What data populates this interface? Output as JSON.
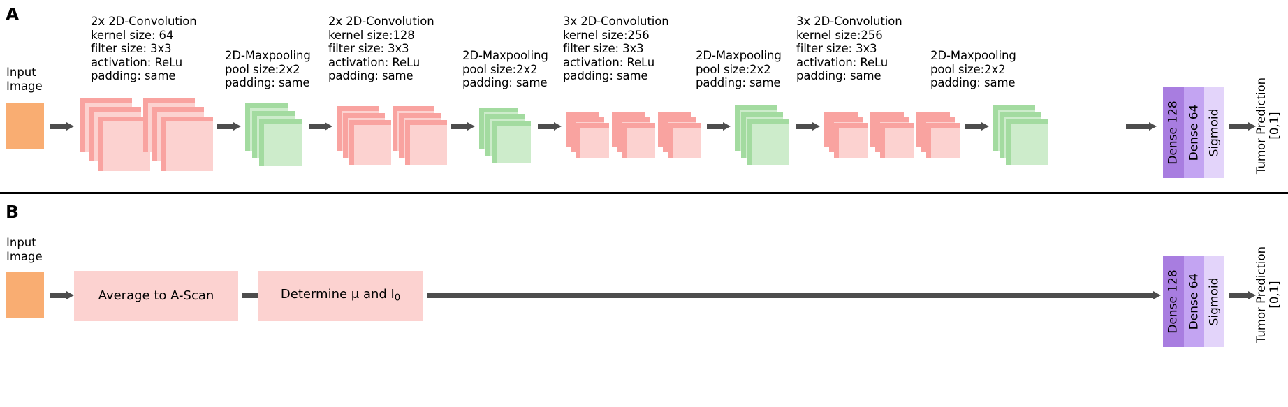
{
  "figure": {
    "panels": [
      {
        "letter": "A",
        "input_label": "Input\nImage",
        "output_label": "Tumor Prediction\n[0,1]",
        "stages": [
          {
            "name": "conv-block-1",
            "caption": "2x 2D-Convolution\nkernel size: 64\nfilter size: 3x3\nactivation: ReLu\npadding: same",
            "caption_lines": [
              "2x 2D-Convolution",
              "kernel size: 64",
              "filter size: 3x3",
              "activation: ReLu",
              "padding: same"
            ],
            "type": "convolution",
            "repeat": 2,
            "kernel_size": "64",
            "filter_size": "3x3",
            "activation": "ReLu",
            "padding": "same",
            "color": "#fcd2d0"
          },
          {
            "name": "maxpool-1",
            "caption": "2D-Maxpooling\npool size:2x2\npadding: same",
            "caption_lines": [
              "2D-Maxpooling",
              "pool size:2x2",
              "padding: same"
            ],
            "type": "maxpooling",
            "repeat": 1,
            "pool_size": "2x2",
            "padding": "same",
            "color": "#cdeccb"
          },
          {
            "name": "conv-block-2",
            "caption": "2x 2D-Convolution\nkernel size:128\nfilter size: 3x3\nactivation: ReLu\npadding: same",
            "caption_lines": [
              "2x 2D-Convolution",
              "kernel size:128",
              "filter size: 3x3",
              "activation: ReLu",
              "padding: same"
            ],
            "type": "convolution",
            "repeat": 2,
            "kernel_size": "128",
            "filter_size": "3x3",
            "activation": "ReLu",
            "padding": "same",
            "color": "#fcd2d0"
          },
          {
            "name": "maxpool-2",
            "caption": "2D-Maxpooling\npool size:2x2\npadding: same",
            "caption_lines": [
              "2D-Maxpooling",
              "pool size:2x2",
              "padding: same"
            ],
            "type": "maxpooling",
            "repeat": 1,
            "pool_size": "2x2",
            "padding": "same",
            "color": "#cdeccb"
          },
          {
            "name": "conv-block-3",
            "caption": "3x 2D-Convolution\nkernel size:256\nfilter size: 3x3\nactivation: ReLu\npadding: same",
            "caption_lines": [
              "3x 2D-Convolution",
              "kernel size:256",
              "filter size: 3x3",
              "activation: ReLu",
              "padding: same"
            ],
            "type": "convolution",
            "repeat": 3,
            "kernel_size": "256",
            "filter_size": "3x3",
            "activation": "ReLu",
            "padding": "same",
            "color": "#fcd2d0"
          },
          {
            "name": "maxpool-3",
            "caption": "2D-Maxpooling\npool size:2x2\npadding: same",
            "caption_lines": [
              "2D-Maxpooling",
              "pool size:2x2",
              "padding: same"
            ],
            "type": "maxpooling",
            "repeat": 1,
            "pool_size": "2x2",
            "padding": "same",
            "color": "#cdeccb"
          },
          {
            "name": "conv-block-4",
            "caption": "3x 2D-Convolution\nkernel size:256\nfilter size: 3x3\nactivation: ReLu\npadding: same",
            "caption_lines": [
              "3x 2D-Convolution",
              "kernel size:256",
              "filter size: 3x3",
              "activation: ReLu",
              "padding: same"
            ],
            "type": "convolution",
            "repeat": 3,
            "kernel_size": "256",
            "filter_size": "3x3",
            "activation": "ReLu",
            "padding": "same",
            "color": "#fcd2d0"
          },
          {
            "name": "maxpool-4",
            "caption": "2D-Maxpooling\npool size:2x2\npadding: same",
            "caption_lines": [
              "2D-Maxpooling",
              "pool size:2x2",
              "padding: same"
            ],
            "type": "maxpooling",
            "repeat": 1,
            "pool_size": "2x2",
            "padding": "same",
            "color": "#cdeccb"
          }
        ],
        "dense_bars": [
          {
            "label": "Dense 128",
            "color": "#a87de0"
          },
          {
            "label": "Dense 64",
            "color": "#c3a4f2"
          },
          {
            "label": "Sigmoid",
            "color": "#e3d4fa"
          }
        ]
      },
      {
        "letter": "B",
        "input_label": "Input\nImage",
        "output_label": "Tumor Prediction\n[0,1]",
        "steps": [
          {
            "name": "average-to-a-scan",
            "label": "Average to A-Scan",
            "color": "#fcd2d0"
          },
          {
            "name": "determine-mu-i0",
            "label_prefix": "Determine μ and I",
            "label_sub": "0",
            "label": "Determine μ and I0",
            "color": "#fcd2d0"
          }
        ],
        "dense_bars": [
          {
            "label": "Dense 128",
            "color": "#a87de0"
          },
          {
            "label": "Dense 64",
            "color": "#c3a4f2"
          },
          {
            "label": "Sigmoid",
            "color": "#e3d4fa"
          }
        ]
      }
    ],
    "colors": {
      "input_image": "#f9ad72",
      "conv_fill": "#fcd2d0",
      "conv_edge": "#f9a3a0",
      "pool_fill": "#cdeccb",
      "pool_edge": "#a3dba0",
      "arrow": "#4d4d4d",
      "divider": "#000000"
    }
  }
}
